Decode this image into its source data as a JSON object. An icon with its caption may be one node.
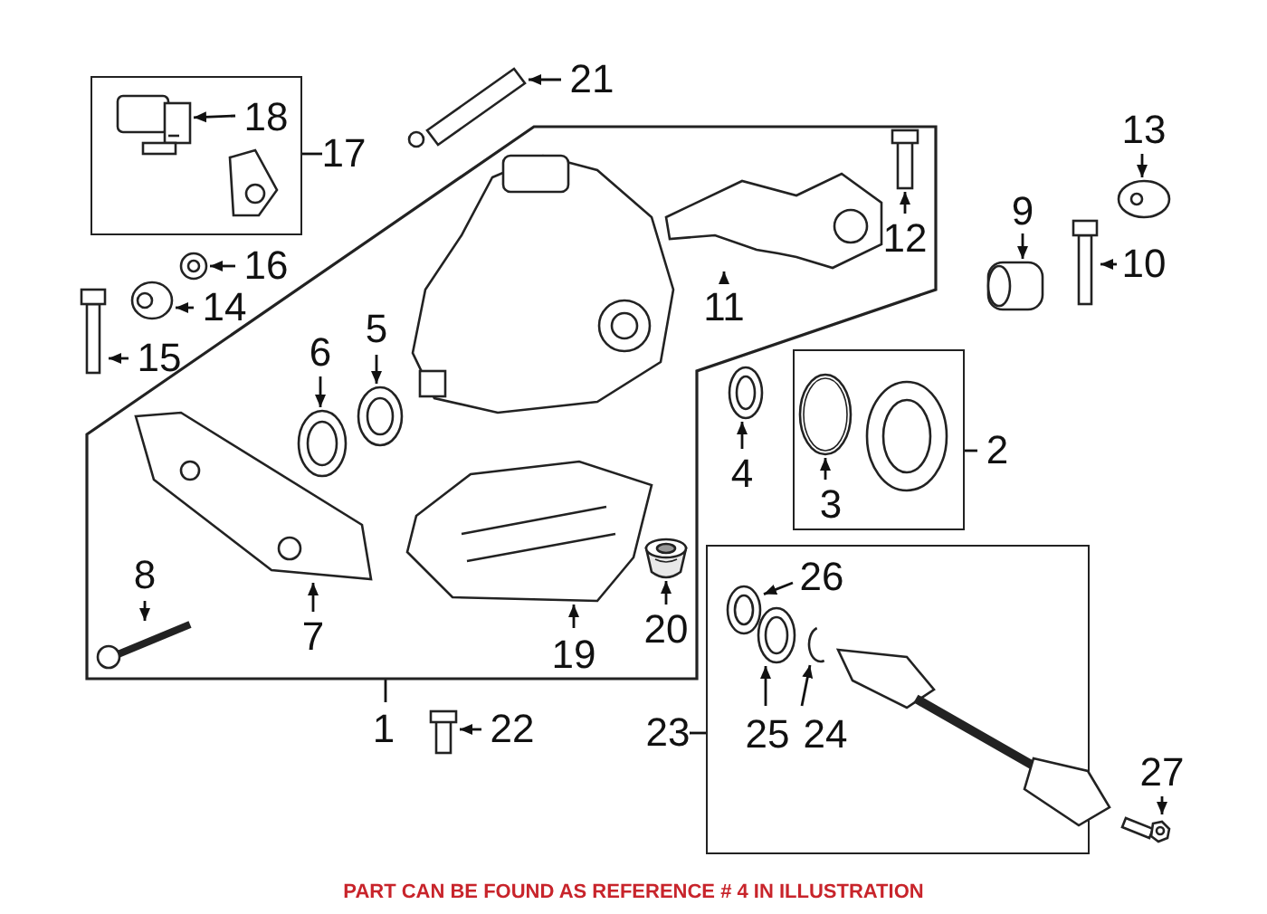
{
  "diagram": {
    "caption": "PART CAN BE FOUND AS REFERENCE # 4 IN ILLUSTRATION",
    "nodes": [
      {
        "text": [],
        "shape": "box"
      },
      {
        "text": [
          "18"
        ],
        "in": 0
      },
      {
        "text": [
          "17"
        ]
      },
      {
        "text": [
          "21"
        ]
      },
      {
        "text": [],
        "shape": "box"
      },
      {
        "text": [
          "12"
        ],
        "in": 4
      },
      {
        "text": [
          "11"
        ],
        "in": 4
      },
      {
        "text": [
          "6"
        ],
        "in": 4
      },
      {
        "text": [
          "5"
        ],
        "in": 4
      },
      {
        "text": [
          "7"
        ],
        "in": 4
      },
      {
        "text": [
          "8"
        ],
        "in": 4
      },
      {
        "text": [
          "19"
        ],
        "in": 4
      },
      {
        "text": [
          "20"
        ],
        "in": 4
      },
      {
        "text": [
          "16"
        ]
      },
      {
        "text": [
          "14"
        ]
      },
      {
        "text": [
          "15"
        ]
      },
      {
        "text": [
          "1"
        ]
      },
      {
        "text": [
          "22"
        ]
      },
      {
        "text": [
          "13"
        ]
      },
      {
        "text": [
          "9"
        ]
      },
      {
        "text": [
          "10"
        ]
      },
      {
        "text": [
          "4"
        ]
      },
      {
        "text": [],
        "shape": "box"
      },
      {
        "text": [
          "3"
        ],
        "in": 22
      },
      {
        "text": [
          "2"
        ]
      },
      {
        "text": [],
        "shape": "box"
      },
      {
        "text": [
          "26"
        ],
        "in": 25
      },
      {
        "text": [
          "25"
        ],
        "in": 25
      },
      {
        "text": [
          "24"
        ],
        "in": 25
      },
      {
        "text": [
          "23"
        ]
      },
      {
        "text": [
          "27"
        ]
      },
      {
        "text": [],
        "shape": "picture",
        "in": 0
      },
      {
        "text": [],
        "shape": "picture"
      },
      {
        "text": [],
        "shape": "picture",
        "in": 4
      },
      {
        "text": [],
        "shape": "picture",
        "in": 4
      },
      {
        "text": [],
        "shape": "picture",
        "in": 4
      },
      {
        "text": [],
        "shape": "picture",
        "in": 4
      },
      {
        "text": [],
        "shape": "picture",
        "in": 4
      },
      {
        "text": [],
        "shape": "picture",
        "in": 4
      },
      {
        "text": [],
        "shape": "picture",
        "in": 4
      },
      {
        "text": [],
        "shape": "picture",
        "in": 4
      },
      {
        "text": [],
        "shape": "picture"
      },
      {
        "text": [],
        "shape": "picture"
      },
      {
        "text": [],
        "shape": "picture"
      },
      {
        "text": [],
        "shape": "picture"
      },
      {
        "text": [],
        "shape": "picture"
      },
      {
        "text": [],
        "shape": "picture"
      },
      {
        "text": [],
        "shape": "picture"
      },
      {
        "text": [],
        "shape": "picture"
      },
      {
        "text": [],
        "shape": "picture",
        "in": 22
      },
      {
        "text": [],
        "shape": "picture",
        "in": 25
      },
      {
        "text": [],
        "shape": "picture",
        "in": 25
      },
      {
        "text": [],
        "shape": "picture",
        "in": 25
      },
      {
        "text": [],
        "shape": "picture"
      }
    ],
    "edges": [
      {
        "from": 1,
        "to": 31,
        "arrow": "to"
      },
      {
        "from": 2,
        "to": 0,
        "arrow": "none"
      },
      {
        "from": 3,
        "to": 32,
        "arrow": "to"
      },
      {
        "from": 5,
        "to": 33,
        "arrow": "to"
      },
      {
        "from": 6,
        "to": 34,
        "arrow": "to"
      },
      {
        "from": 7,
        "to": 35,
        "arrow": "to"
      },
      {
        "from": 8,
        "to": 36,
        "arrow": "to"
      },
      {
        "from": 9,
        "to": 37,
        "arrow": "to"
      },
      {
        "from": 10,
        "to": 38,
        "arrow": "to"
      },
      {
        "from": 11,
        "to": 39,
        "arrow": "to"
      },
      {
        "from": 12,
        "to": 40,
        "arrow": "to"
      },
      {
        "from": 13,
        "to": 41,
        "arrow": "to"
      },
      {
        "from": 14,
        "to": 42,
        "arrow": "to"
      },
      {
        "from": 15,
        "to": 43,
        "arrow": "to"
      },
      {
        "from": 16,
        "to": 4,
        "arrow": "none"
      },
      {
        "from": 17,
        "to": 44,
        "arrow": "to"
      },
      {
        "from": 18,
        "to": 45,
        "arrow": "to"
      },
      {
        "from": 19,
        "to": 46,
        "arrow": "to"
      },
      {
        "from": 20,
        "to": 47,
        "arrow": "to"
      },
      {
        "from": 21,
        "to": 48,
        "arrow": "to"
      },
      {
        "from": 23,
        "to": 49,
        "arrow": "to"
      },
      {
        "from": 24,
        "to": 22,
        "arrow": "none"
      },
      {
        "from": 26,
        "to": 50,
        "arrow": "to"
      },
      {
        "from": 27,
        "to": 51,
        "arrow": "to"
      },
      {
        "from": 28,
        "to": 52,
        "arrow": "to"
      },
      {
        "from": 29,
        "to": 25,
        "arrow": "none"
      },
      {
        "from": 30,
        "to": 53,
        "arrow": "to"
      }
    ]
  }
}
